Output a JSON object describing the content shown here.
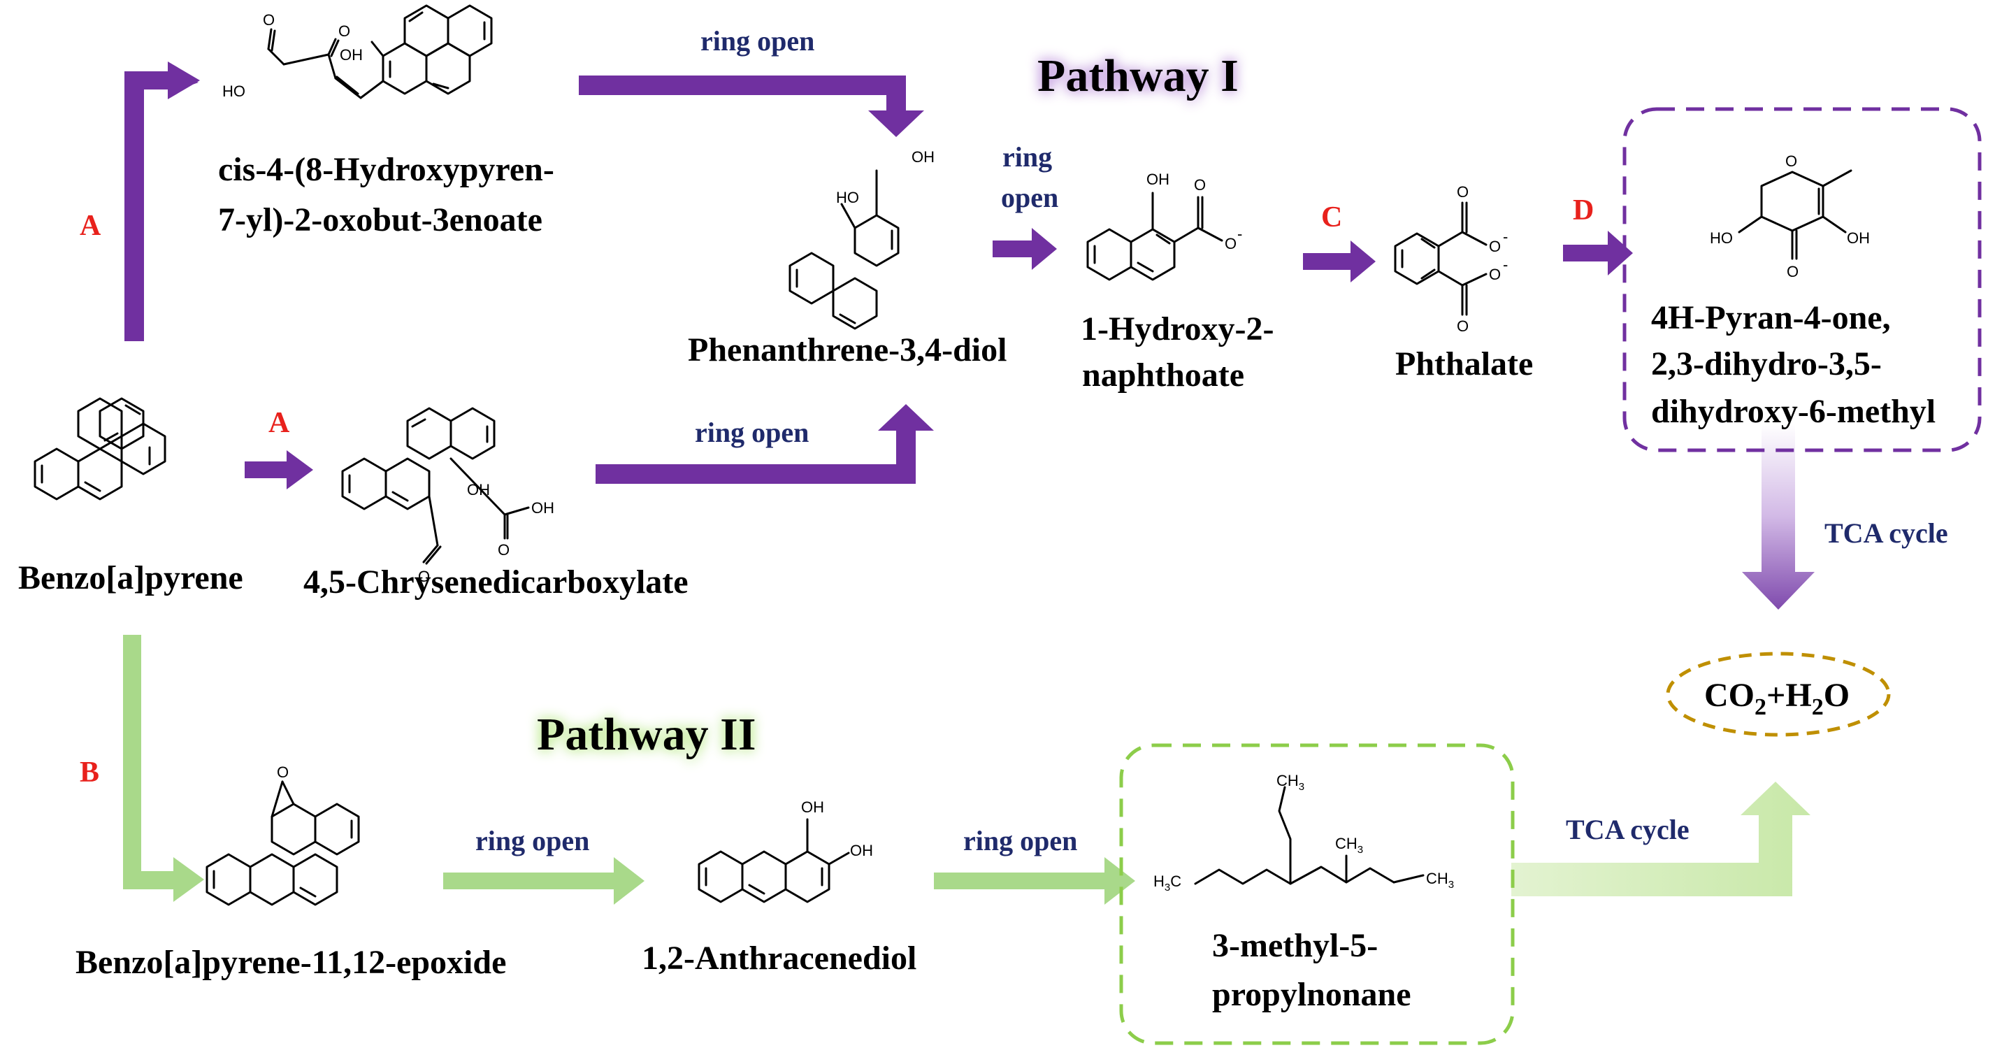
{
  "pathway1": {
    "title": "Pathway I"
  },
  "pathway2": {
    "title": "Pathway II"
  },
  "steps": {
    "a_upper": "A",
    "a_middle": "A",
    "b": "B",
    "c": "C",
    "d": "D"
  },
  "transitions": {
    "top_ring_open": "ring open",
    "mid_ring_open": "ring open",
    "ring_open_line1": "ring",
    "ring_open_line2": "open",
    "p2_ring_open_1": "ring open",
    "p2_ring_open_2": "ring open",
    "tca_cycle_1": "TCA cycle",
    "tca_cycle_2": "TCA cycle"
  },
  "compounds": {
    "hydroxypyrenyl": {
      "line1": "cis-4-(8-Hydroxypyren-",
      "line2": "7-yl)-2-oxobut-3enoate"
    },
    "benzo_a_pyrene": {
      "name": "Benzo[a]pyrene"
    },
    "chrysenedicarboxylate": {
      "name": "4,5-Chrysenedicarboxylate"
    },
    "phenanthrenediol": {
      "name": "Phenanthrene-3,4-diol"
    },
    "hydroxynaphthoate": {
      "line1": "1-Hydroxy-2-",
      "line2": "naphthoate"
    },
    "phthalate": {
      "name": "Phthalate"
    },
    "pyranone": {
      "line1": "4H-Pyran-4-one,",
      "line2": "2,3-dihydro-3,5-",
      "line3": "dihydroxy-6-methyl"
    },
    "epoxide": {
      "name": "Benzo[a]pyrene-11,12-epoxide"
    },
    "anthracenediol": {
      "name": "1,2-Anthracenediol"
    },
    "nonane": {
      "line1": "3-methyl-5-",
      "line2": "propylnonane"
    },
    "co2_h2o": {
      "co": "CO",
      "two": "2",
      "plus_h": "+H",
      "two_b": "2",
      "o": "O"
    }
  },
  "atoms": {
    "oh": "OH",
    "ho": "HO",
    "o": "O",
    "o_minus": "O",
    "minus": "-",
    "ch3": "CH",
    "h3c": "H",
    "three": "3",
    "c": "C"
  },
  "colors": {
    "pathway1": "#7030a0",
    "pathway2": "#92d050",
    "step_label": "#e8211c",
    "ring_open_label": "#1f2a6b",
    "co2_border": "#bf8f00"
  }
}
